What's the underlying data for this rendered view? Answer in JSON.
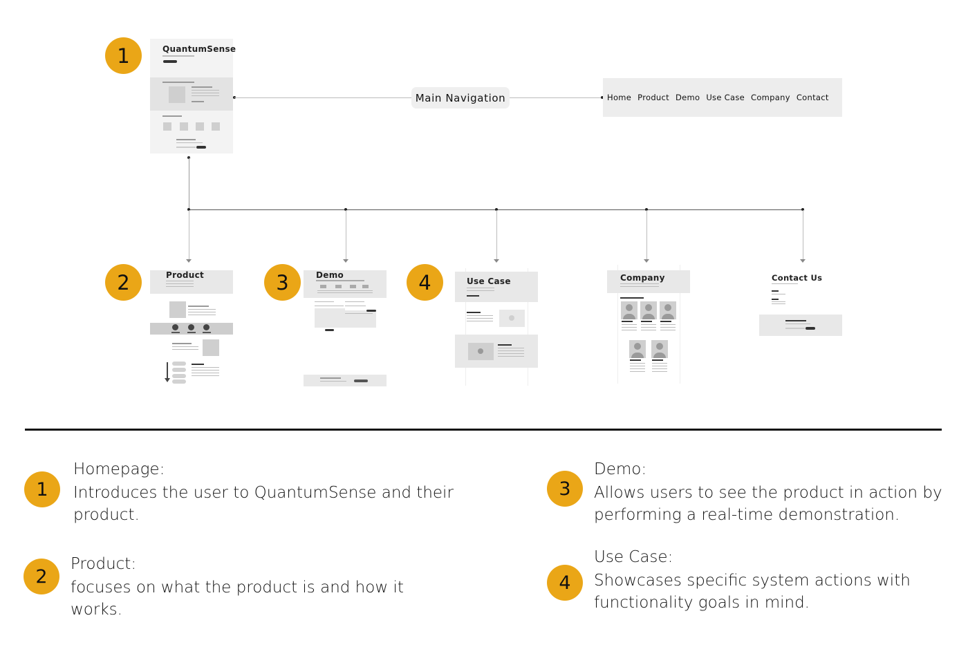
{
  "diagram": {
    "homepage": {
      "badge": "1",
      "brand": "QuantumSense"
    },
    "main_nav": {
      "label": "Main Navigation",
      "items": [
        "Home",
        "Product",
        "Demo",
        "Use Case",
        "Company",
        "Contact"
      ]
    },
    "children": [
      {
        "badge": "2",
        "title": "Product"
      },
      {
        "badge": "3",
        "title": "Demo"
      },
      {
        "badge": "4",
        "title": "Use Case"
      },
      {
        "title": "Company"
      },
      {
        "title": "Contact Us"
      }
    ]
  },
  "legend": [
    {
      "badge": "1",
      "title": "Homepage:",
      "lines": [
        "Introduces the user to QuantumSense and their",
        "product."
      ]
    },
    {
      "badge": "2",
      "title": "Product:",
      "lines": [
        "focuses on what the product is and how it",
        "works."
      ]
    },
    {
      "badge": "3",
      "title": "Demo:",
      "lines": [
        "Allows users to see the product in action by",
        "performing a real-time demonstration."
      ]
    },
    {
      "badge": "4",
      "title": "Use Case:",
      "lines": [
        "Showcases specific system actions with",
        "functionality goals in mind."
      ]
    }
  ],
  "colors": {
    "badge": "#eaa617",
    "wire_fill": "#e8e8e8",
    "wire_dark": "#333333"
  }
}
